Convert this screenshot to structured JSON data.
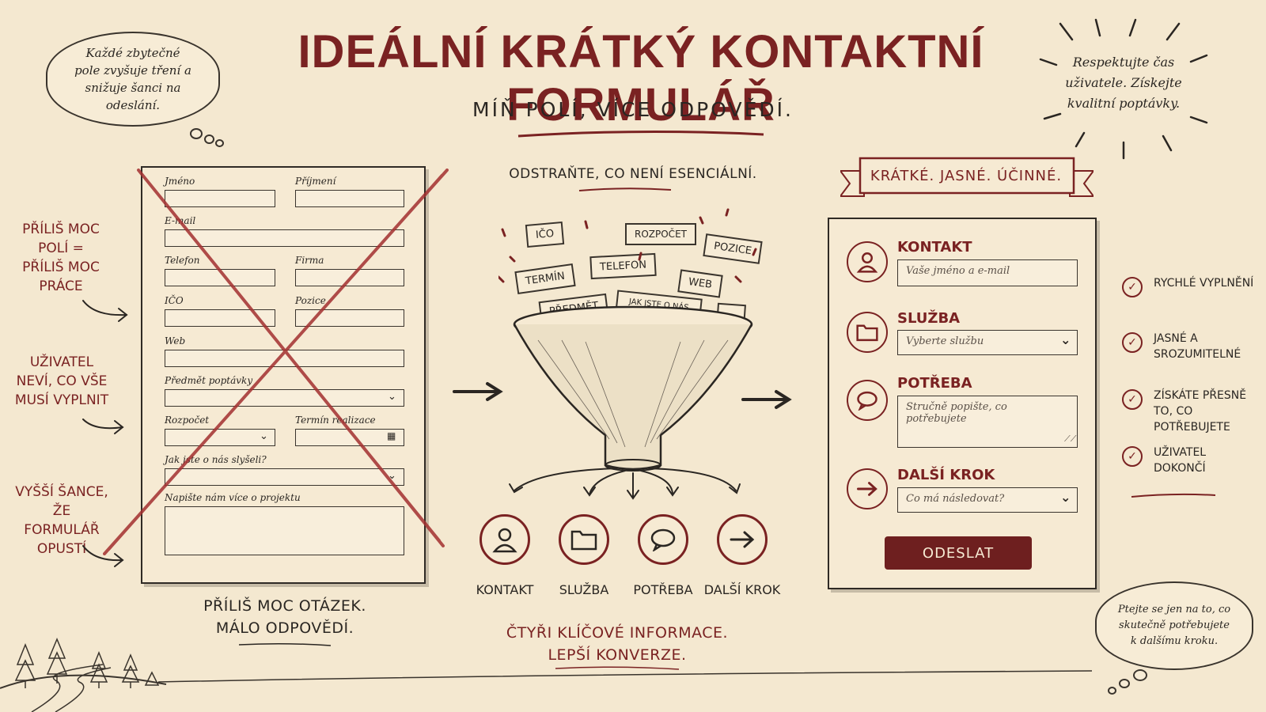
{
  "title": "IDEÁLNÍ KRÁTKÝ KONTAKTNÍ FORMULÁŘ",
  "subtitle": "MÍŇ POLÍ, VÍCE ODPOVĚDÍ.",
  "cloud_left": "Každé zbytečné pole zvyšuje tření a snižuje šanci na odeslání.",
  "cloud_right_top": "Respektujte čas uživatele. Získejte kvalitní poptávky.",
  "cloud_bottom_right": "Ptejte se jen na to, co skutečně potřebujete k dalšímu kroku.",
  "left_notes": [
    "PŘÍLIŠ MOC POLÍ = PŘÍLIŠ MOC PRÁCE",
    "UŽIVATEL NEVÍ, CO VŠE MUSÍ VYPLNIT",
    "VYŠŠÍ ŠANCE, ŽE FORMULÁŘ OPUSTÍ"
  ],
  "long_form": {
    "fields": {
      "jmeno": "Jméno",
      "prijmeni": "Příjmení",
      "email": "E-mail",
      "telefon": "Telefon",
      "firma": "Firma",
      "ico": "IČO",
      "pozice": "Pozice",
      "web": "Web",
      "predmet": "Předmět poptávky",
      "rozpocet": "Rozpočet",
      "termin": "Termín realizace",
      "jak": "Jak jste o nás slyšeli?",
      "napiste": "Napište nám více o projektu"
    },
    "caption": [
      "PŘÍLIŠ MOC OTÁZEK.",
      "MÁLO ODPOVĚDÍ."
    ]
  },
  "funnel": {
    "heading": "ODSTRAŇTE, CO NENÍ ESENCIÁLNÍ.",
    "tags": [
      "IČO",
      "Rozpočet",
      "Pozice",
      "Termín",
      "Telefon",
      "Web",
      "Předmět",
      "Jak jste o nás slyšeli?",
      "..."
    ],
    "steps": [
      "KONTAKT",
      "SLUŽBA",
      "POTŘEBA",
      "DALŠÍ KROK"
    ],
    "caption": [
      "ČTYŘI KLÍČOVÉ INFORMACE.",
      "LEPŠÍ KONVERZE."
    ]
  },
  "banner": "KRÁTKÉ. JASNÉ. ÚČINNÉ.",
  "short_form": {
    "sections": [
      {
        "label": "KONTAKT",
        "placeholder": "Vaše jméno a e-mail"
      },
      {
        "label": "SLUŽBA",
        "placeholder": "Vyberte službu"
      },
      {
        "label": "POTŘEBA",
        "placeholder": "Stručně popište, co potřebujete"
      },
      {
        "label": "DALŠÍ KROK",
        "placeholder": "Co má následovat?"
      }
    ],
    "submit": "ODESLAT"
  },
  "benefits": [
    "RYCHLÉ VYPLNĚNÍ",
    "JASNÉ A SROZUMITELNÉ",
    "ZÍSKÁTE PŘESNĚ TO, CO POTŘEBUJETE",
    "UŽIVATEL DOKONČÍ"
  ],
  "colors": {
    "accent": "#7a2222",
    "paper": "#f4e8d0",
    "ink": "#2a2622",
    "button": "#6e1f1f"
  }
}
